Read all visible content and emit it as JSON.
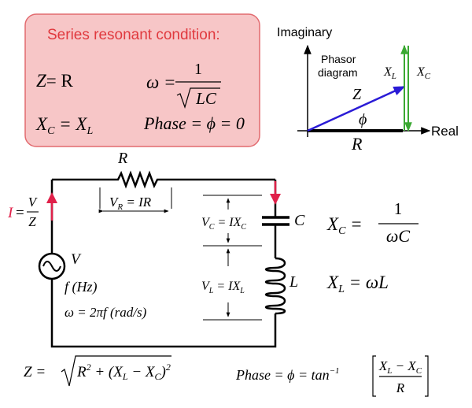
{
  "box": {
    "title": "Series resonant condition:",
    "fill": "#f7c6c7",
    "stroke": "#e26a6f",
    "title_color": "#e0393e",
    "z_eq_lhs": "Z",
    "z_eq_rhs": "= R",
    "omega_lhs": "ω =",
    "omega_num": "1",
    "omega_den": "LC",
    "xc_lhs": "X",
    "xc_sub": "C",
    "xc_mid": " = X",
    "xl_sub": "L",
    "phase_text": "Phase = ϕ = 0"
  },
  "phasor": {
    "imag_label": "Imaginary",
    "real_label": "Real",
    "caption_line1": "Phasor",
    "caption_line2": "diagram",
    "z_label": "Z",
    "phi_label": "ϕ",
    "r_label": "R",
    "xl_label": "X",
    "xl_sub": "L",
    "xc_label": "X",
    "xc_sub": "C",
    "z_color": "#2a1bd6",
    "xl_color": "#3aa832",
    "xc_color": "#3aa832"
  },
  "circuit": {
    "r_label": "R",
    "vr_text": "V",
    "vr_sub": "R",
    "vr_rhs": " = IR",
    "current_i": "I",
    "current_eq": " = ",
    "current_num": "V",
    "current_den": "Z",
    "current_color": "#e0214a",
    "source_v": "V",
    "freq_text": "f (Hz)",
    "omega_text": "ω = 2πf (rad/s)",
    "vc_text": "V",
    "vc_sub": "C",
    "vc_rhs": " = IX",
    "vc_rhs_sub": "C",
    "vl_text": "V",
    "vl_sub": "L",
    "vl_rhs": " = IX",
    "vl_rhs_sub": "L",
    "c_label": "C",
    "l_label": "L"
  },
  "equations": {
    "xc_lhs": "X",
    "xc_sub": "C",
    "xc_eq": " = ",
    "xc_num": "1",
    "xc_den": "ωC",
    "xl_lhs": "X",
    "xl_sub": "L",
    "xl_rhs": " = ωL",
    "z_lhs": "Z = ",
    "z_inside": "R",
    "z_inside2": " + (X",
    "z_sub_l": "L",
    "z_minus": " − X",
    "z_sub_c": "C",
    "z_close": ")",
    "z_sq1": "2",
    "z_sq2": "2",
    "phase_lhs": "Phase = ϕ = tan",
    "phase_exp": "−1",
    "phase_num": "X",
    "phase_num_sub_l": "L",
    "phase_num_minus": " − X",
    "phase_num_sub_c": "C",
    "phase_den": "R"
  }
}
